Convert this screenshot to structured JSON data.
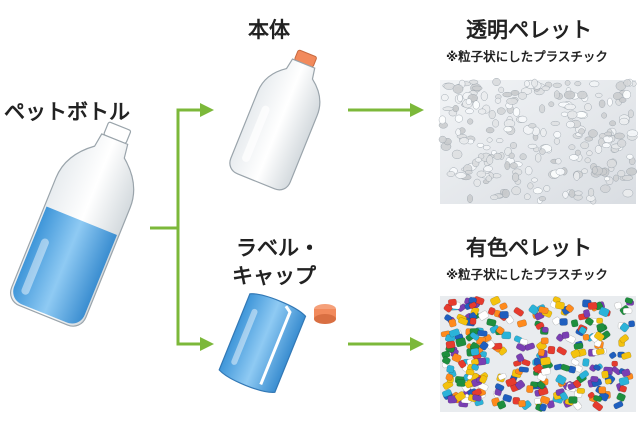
{
  "source": {
    "label": "ペットボトル"
  },
  "parts": [
    {
      "label": "本体"
    },
    {
      "label_line1": "ラベル・",
      "label_line2": "キャップ"
    }
  ],
  "outputs": [
    {
      "title": "透明ペレット",
      "note": "※粒子状にしたプラスチック"
    },
    {
      "title": "有色ペレット",
      "note": "※粒子状にしたプラスチック"
    }
  ],
  "colors": {
    "arrow": "#7cb83a",
    "water": "#5aaee8",
    "cap": "#f28a5c"
  }
}
